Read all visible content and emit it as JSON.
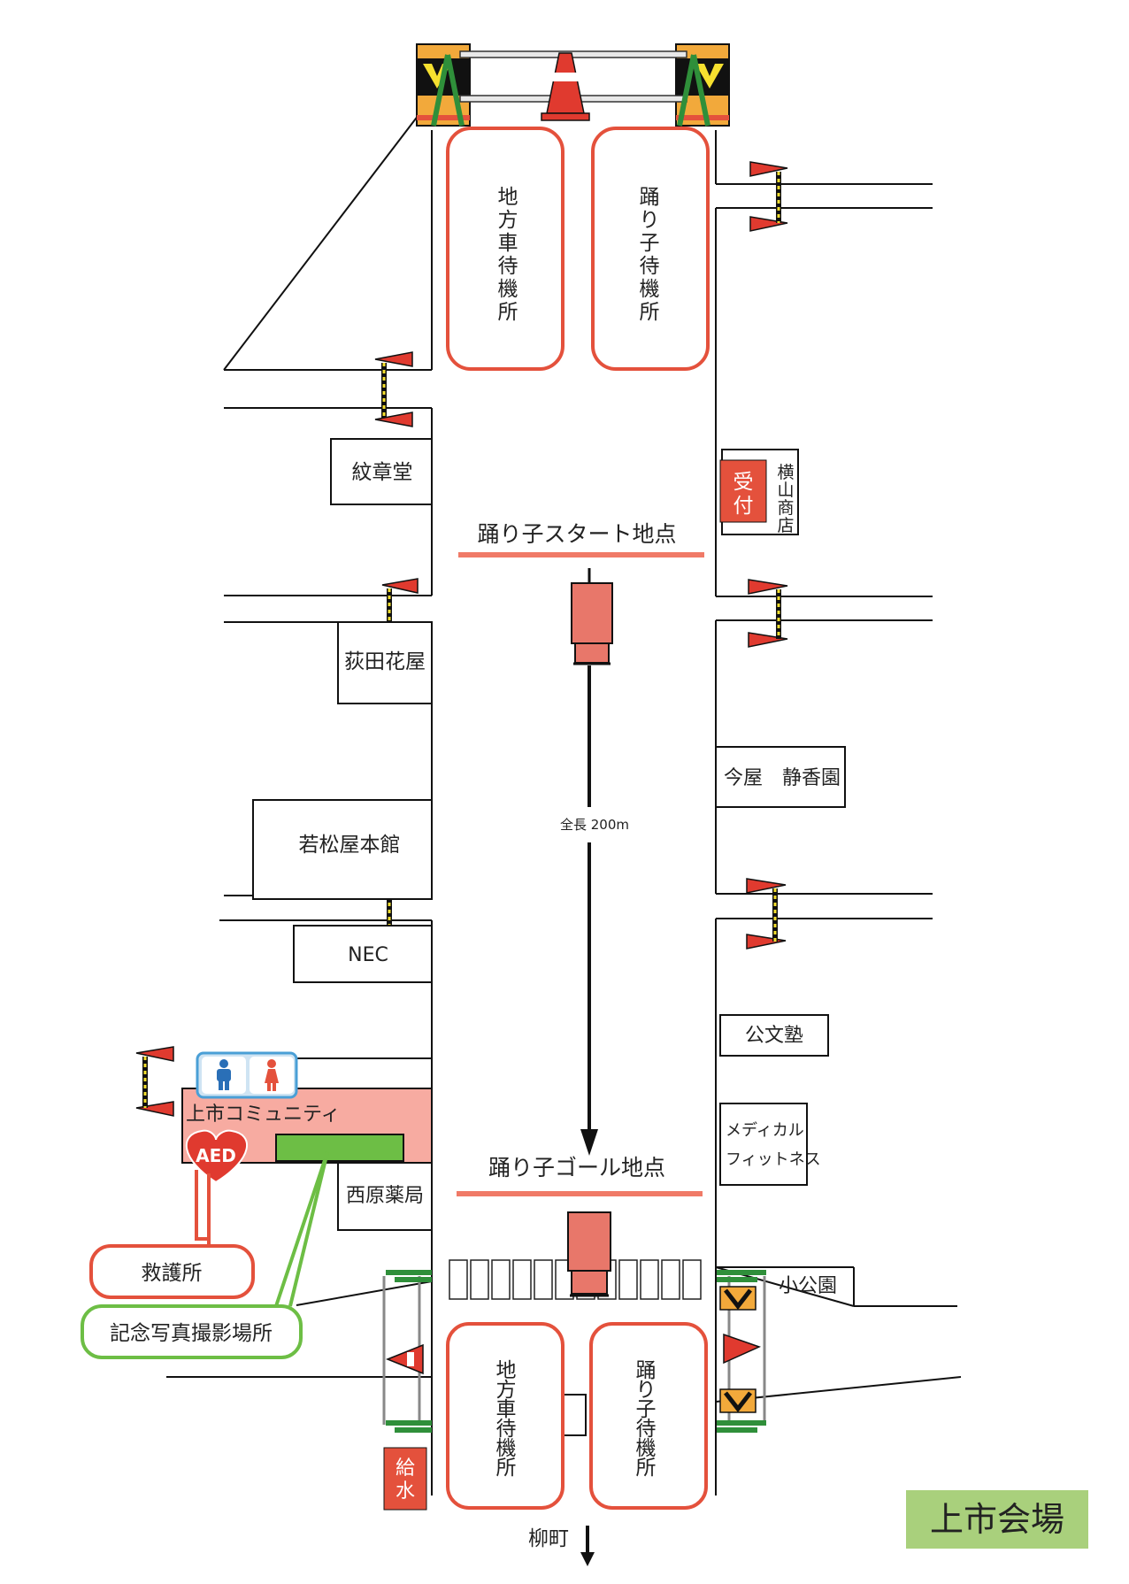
{
  "waiting_areas": {
    "top_left": [
      "地",
      "方",
      "車",
      "待",
      "機",
      "所"
    ],
    "top_right": [
      "踊",
      "り",
      "子",
      "待",
      "機",
      "所"
    ],
    "bottom_left": [
      "地",
      "方",
      "車",
      "待",
      "機",
      "所"
    ],
    "bottom_right": [
      "踊",
      "り",
      "子",
      "待",
      "機",
      "所"
    ]
  },
  "start_line": "踊り子スタート地点",
  "goal_line": "踊り子ゴール地点",
  "route_length": "全長 200m",
  "reception": [
    "受",
    "付"
  ],
  "kayama_shop": [
    "横",
    "山",
    "商",
    "店"
  ],
  "shops": {
    "monshodo": "紋章堂",
    "ogita": "荻田花屋",
    "wakamatsu": "若松屋本館",
    "nec": "NEC",
    "nishihara": "西原薬局",
    "imaya": "今屋　静香園",
    "kumon": "公文塾",
    "medical_1": "メディカル",
    "medical_2": "フィットネス",
    "small_park": "小公園"
  },
  "community": "上市コミュニティ",
  "aed": "AED",
  "first_aid": "救護所",
  "photo_spot": "記念写真撮影場所",
  "water": [
    "給",
    "水"
  ],
  "direction": "柳町",
  "venue_name": "上市会場",
  "colors": {
    "red_outline": "#e4513c",
    "start_goal": "#f07a67",
    "community_bg": "#f7aba1",
    "green": "#6dbe45",
    "venue_bg": "#a9d07c",
    "cone": "#e03a2f"
  }
}
